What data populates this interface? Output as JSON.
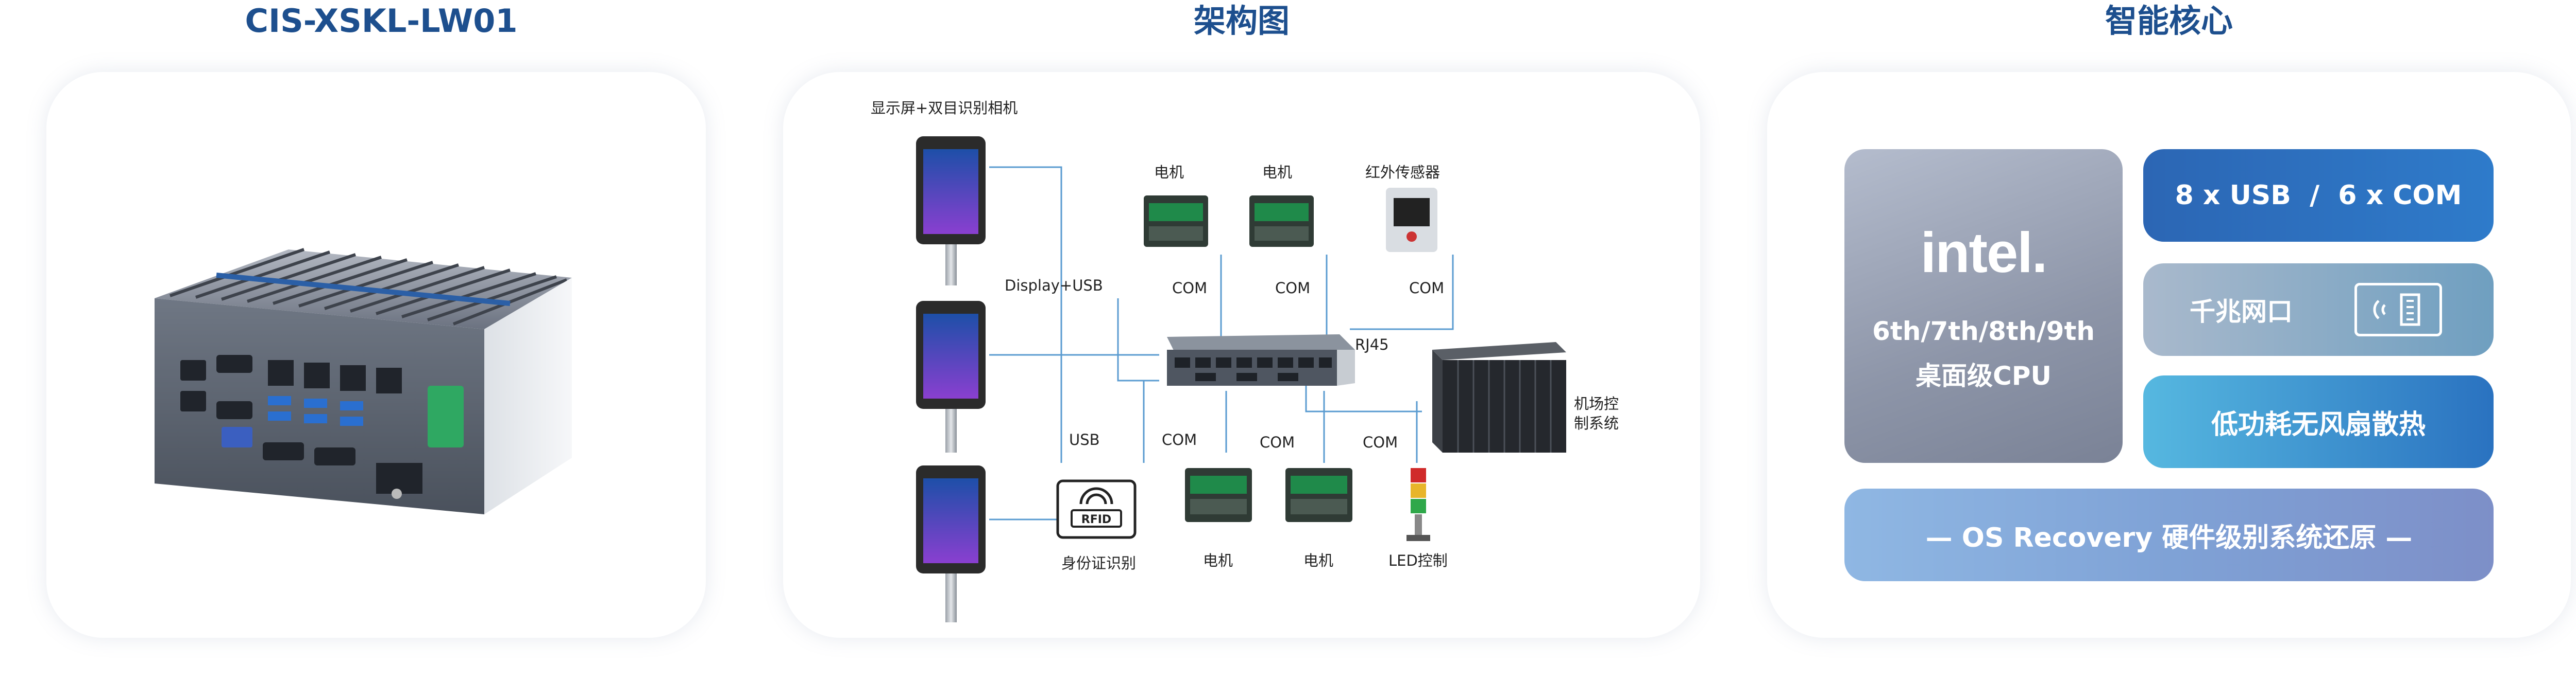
{
  "titles": {
    "product": "CIS-XSKL-LW01",
    "architecture": "架构图",
    "core": "智能核心"
  },
  "diagram": {
    "camera_label": "显示屏+双目识别相机",
    "display_usb": "Display+USB",
    "motor_top_1": "电机",
    "motor_top_2": "电机",
    "infrared": "红外传感器",
    "com_top_1": "COM",
    "com_top_2": "COM",
    "com_top_3": "COM",
    "rj45": "RJ45",
    "server_label": "机场控\n制系统",
    "usb": "USB",
    "com_bot_1": "COM",
    "com_bot_2": "COM",
    "com_bot_3": "COM",
    "rfid_text": "RFID",
    "id_card": "身份证识别",
    "motor_bot_1": "电机",
    "motor_bot_2": "电机",
    "led": "LED控制"
  },
  "core": {
    "cpu_brand": "intel.",
    "cpu_gen": "6th/7th/8th/9th",
    "cpu_type": "桌面级CPU",
    "ports": "8 x USB  /  6 x COM",
    "lan": "千兆网口",
    "fanless": "低功耗无风扇散热",
    "recovery": "— OS Recovery 硬件级别系统还原 —"
  },
  "colors": {
    "title": "#1d4f8e",
    "line": "#5a9bd0",
    "tile_blue": "#2a6fbe",
    "tile_gray": "#9aa3b5"
  }
}
